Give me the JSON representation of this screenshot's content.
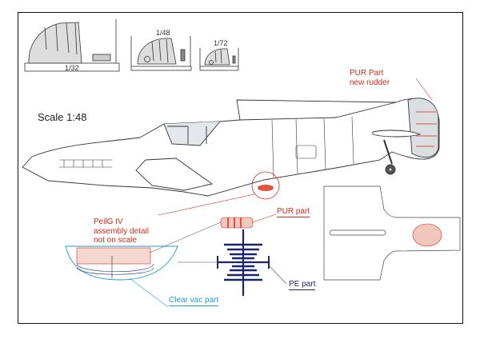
{
  "diagram": {
    "title": "Scale 1:48",
    "scale_tags": [
      "1/32",
      "1/48",
      "1/72"
    ],
    "callouts": {
      "rudder": [
        "PUR Part",
        "new rudder"
      ],
      "peilg": [
        "PeilG IV",
        "assembly detail",
        "not on scale"
      ],
      "pur_part": "PUR part",
      "pe_part": "PE part",
      "clear_vac": "Clear vac part"
    },
    "colors": {
      "pur": "#d42a1c",
      "pur_fill": "#f2c7bd",
      "vac": "#1a9fd8",
      "pe": "#1c2470",
      "line": "#444444",
      "panel": "#dde2e6"
    }
  }
}
